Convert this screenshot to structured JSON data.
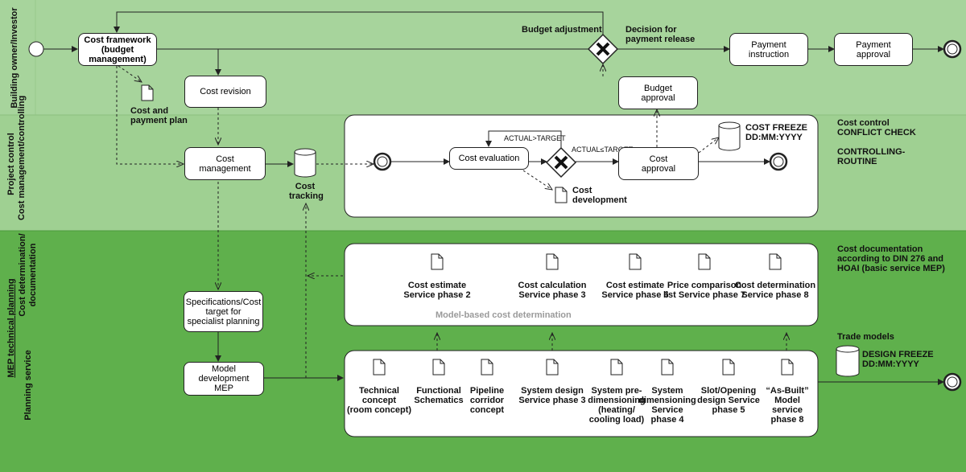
{
  "colors": {
    "lane1": "#a7d49c",
    "lane2": "#9fd092",
    "lane3": "#5fb04c",
    "line": "#222222"
  },
  "lanes": {
    "building_owner": "Building owner/Investor",
    "project_control_1": "Project control",
    "project_control_2": "Cost management/controlling",
    "mep": "MEP technical planning",
    "cost_det_1": "Cost determination/",
    "cost_det_2": "documentation",
    "planning_service": "Planning service"
  },
  "owner": {
    "cost_framework_1": "Cost framework",
    "cost_framework_2": "(budget management)",
    "cost_payment_plan_1": "Cost and",
    "cost_payment_plan_2": "payment plan",
    "cost_revision": "Cost revision",
    "budget_adjustment": "Budget adjustment",
    "decision_1": "Decision for",
    "decision_2": "payment release",
    "payment_instruction_1": "Payment",
    "payment_instruction_2": "instruction",
    "payment_approval_1": "Payment",
    "payment_approval_2": "approval",
    "budget_approval_1": "Budget",
    "budget_approval_2": "approval"
  },
  "control": {
    "cost_management_1": "Cost",
    "cost_management_2": "management",
    "cost_tracking_1": "Cost",
    "cost_tracking_2": "tracking",
    "cost_evaluation": "Cost evaluation",
    "actual_gt": "ACTUAL>TARGET",
    "actual_le": "ACTUAL≤TARGET",
    "cost_approval_1": "Cost",
    "cost_approval_2": "approval",
    "cost_freeze_1": "COST FREEZE",
    "cost_freeze_2": "DD:MM:YYYY",
    "cost_development_1": "Cost",
    "cost_development_2": "development",
    "side_1": "Cost control",
    "side_2": "CONFLICT CHECK",
    "side_3": "CONTROLLING-",
    "side_4": "ROUTINE"
  },
  "mep": {
    "spec_1": "Specifications/Cost",
    "spec_2": "target for",
    "spec_3": "specialist planning",
    "model_dev_1": "Model development",
    "model_dev_2": "MEP",
    "model_based": "Model-based cost determination",
    "docs_top": [
      [
        "Cost estimate",
        "Service phase 2"
      ],
      [
        "Cost calculation",
        "Service phase 3"
      ],
      [
        "Cost estimate",
        "Service phase 6"
      ],
      [
        "Price comparison",
        "list Service phase 7"
      ],
      [
        "Cost determination",
        "Service phase 8"
      ]
    ],
    "doc_side_1": "Cost documentation",
    "doc_side_2": "according to DIN 276 and",
    "doc_side_3": "HOAI (basic service MEP)",
    "trade_models": "Trade models",
    "design_freeze_1": "DESIGN FREEZE",
    "design_freeze_2": "DD:MM:YYYY",
    "docs_bottom": [
      [
        "Technical",
        "concept",
        "(room concept)"
      ],
      [
        "Functional",
        "Schematics"
      ],
      [
        "Pipeline",
        "corridor",
        "concept"
      ],
      [
        "System design",
        "Service phase 3"
      ],
      [
        "System pre-",
        "dimensioning",
        "(heating/",
        "cooling load)"
      ],
      [
        "System",
        "dimensioning",
        "Service",
        "phase 4"
      ],
      [
        "Slot/Opening",
        "design Service",
        "phase 5"
      ],
      [
        "“As-Built”",
        "Model",
        "service",
        "phase 8"
      ]
    ]
  }
}
